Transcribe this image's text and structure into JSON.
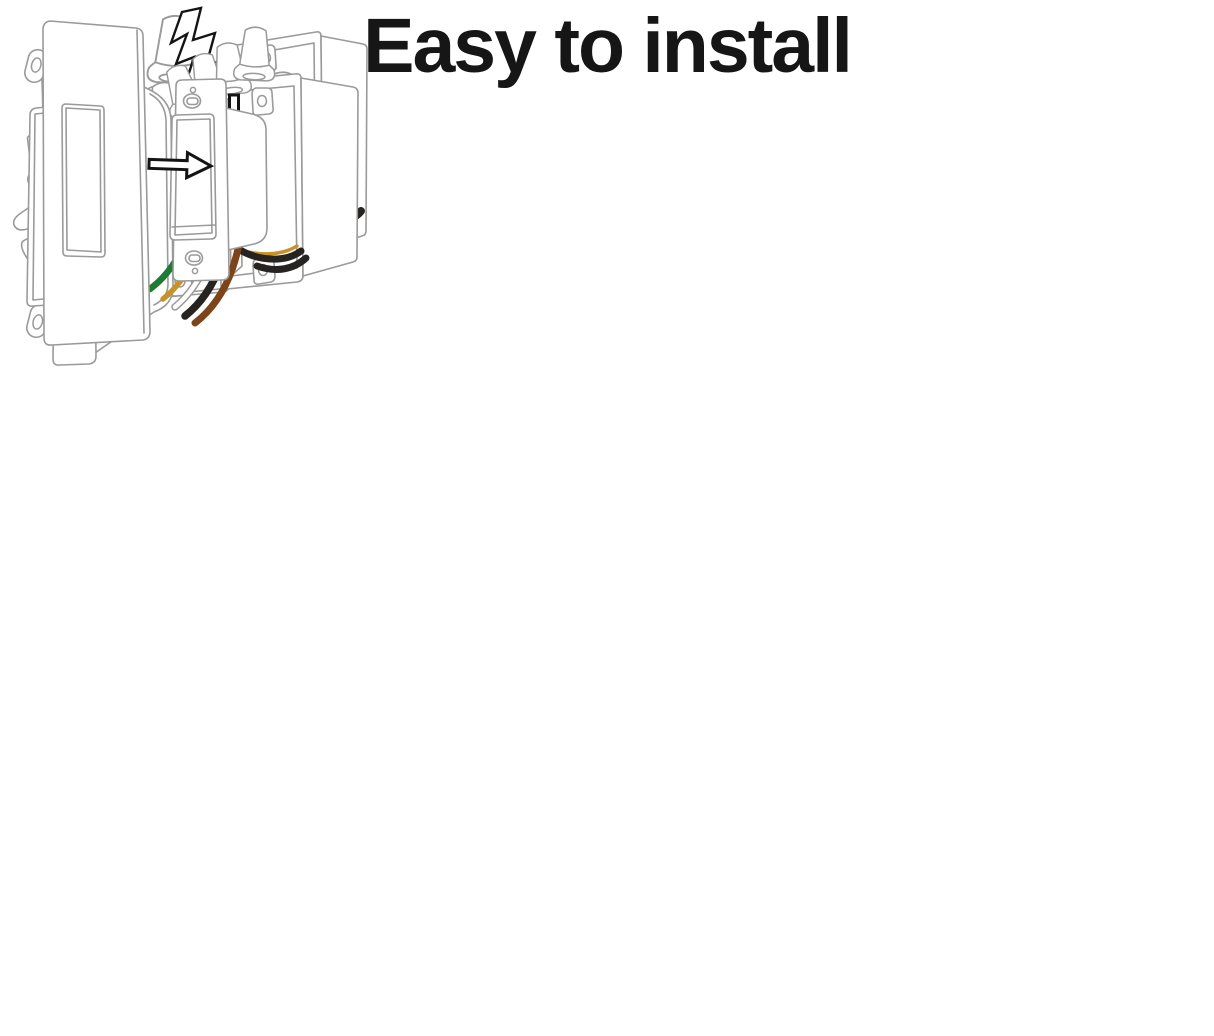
{
  "title": "Easy to install",
  "illustrations": [
    {
      "name": "remove-old-switch"
    },
    {
      "name": "remove-wire-nuts"
    },
    {
      "name": "test-wires-with-voltage-tester"
    },
    {
      "name": "connect-new-switch-wires"
    },
    {
      "name": "attach-wall-plate"
    }
  ],
  "colors": {
    "background": "#ffffff",
    "title_text": "#161616",
    "line": "#9a9a9a",
    "line_dark": "#7a7a7a",
    "arrow_outline": "#141414",
    "black_wire": "#272321",
    "orange_wire": "#dd8a1e",
    "green_wire": "#1e7b33",
    "brown_wire": "#7c4418",
    "gold_wire": "#c8922a",
    "ferrule": "#c8a03a",
    "wire_tip": "#efe3a0",
    "white": "#ffffff"
  }
}
